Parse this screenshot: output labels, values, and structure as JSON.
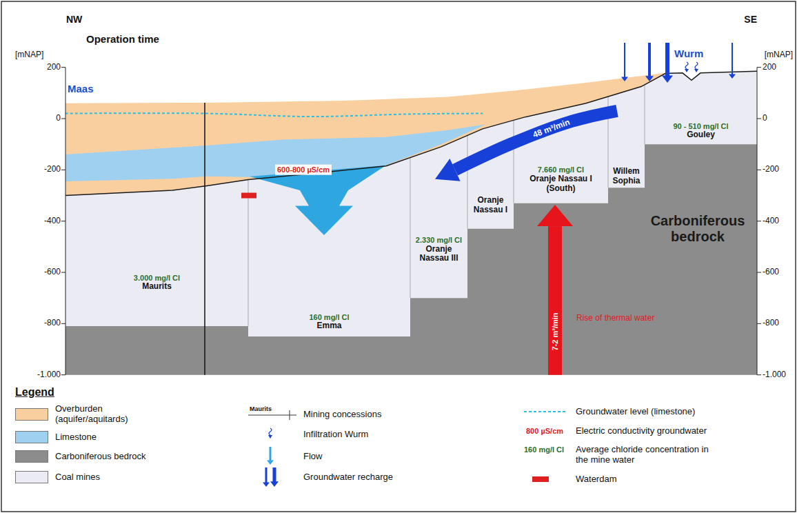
{
  "diagram": {
    "title": "Operation time",
    "nodes": [
      {
        "text": [
          "3.000 mg/l Cl",
          "Maurits"
        ]
      },
      {
        "text": [
          "160 mg/l Cl",
          "Emma"
        ]
      },
      {
        "text": [
          "2.330 mg/l Cl",
          "Oranje Nassau III"
        ]
      },
      {
        "text": [
          "Oranje Nassau I"
        ]
      },
      {
        "text": [
          "7.660 mg/l Cl",
          "Oranje Nassau I (South)"
        ]
      },
      {
        "text": [
          "Willem Sophia"
        ]
      },
      {
        "text": [
          "90 - 510 mg/l Cl",
          "Gouley"
        ]
      }
    ],
    "labels": [
      "NW",
      "SE",
      "[mNAP]",
      "[mNAP]",
      "200",
      "0",
      "-200",
      "-400",
      "-600",
      "-800",
      "-1.000",
      "200",
      "0",
      "-200",
      "-400",
      "-600",
      "-800",
      "-1.000",
      "Maas",
      "Wurm",
      "600-800 µS/cm",
      "48 m³/min",
      "7-2 m³/min",
      "Rise of thermal water",
      "Carboniferous bedrock",
      "Legend",
      "Maurits",
      "800 µS/cm",
      "160 mg/l Cl"
    ],
    "legend": [
      {
        "text": "Overburden (aquifer/aquitards)",
        "color": "#f9cf9f"
      },
      {
        "text": "Limestone",
        "color": "#9fd0f0"
      },
      {
        "text": "Carboniferous bedrock",
        "color": "#8c8c8c"
      },
      {
        "text": "Coal mines",
        "color": "#ebebf3"
      },
      {
        "text": "Mining concessions"
      },
      {
        "text": "Infiltration Wurm"
      },
      {
        "text": "Flow"
      },
      {
        "text": "Groundwater recharge"
      },
      {
        "text": "Groundwater level (limestone)"
      },
      {
        "text": "Electric conductivity groundwater"
      },
      {
        "text": "Average chloride concentration in the mine water"
      },
      {
        "text": "Waterdam",
        "color": "#e0201e"
      }
    ]
  }
}
